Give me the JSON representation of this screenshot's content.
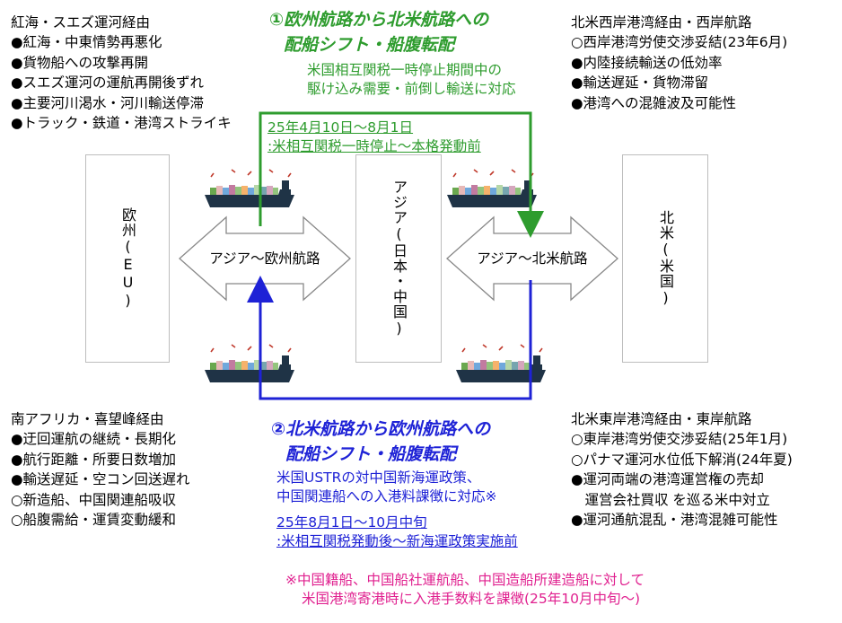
{
  "top_left": {
    "title": "紅海・スエズ運河経由",
    "items": [
      "●紅海・中東情勢再悪化",
      "●貨物船への攻撃再開",
      "●スエズ運河の運航再開後ずれ",
      "●主要河川渇水・河川輸送停滞",
      "●トラック・鉄道・港湾ストライキ"
    ]
  },
  "top_right": {
    "title": "北米西岸港湾経由・西岸航路",
    "items": [
      "○西岸港湾労使交渉妥結(23年6月)",
      "●内陸接続輸送の低効率",
      "●輸送遅延・貨物滞留",
      "●港湾への混雑波及可能性"
    ]
  },
  "bottom_left": {
    "title": "南アフリカ・喜望峰経由",
    "items": [
      "●迂回運航の継続・長期化",
      "●航行距離・所要日数増加",
      "●輸送遅延・空コン回送遅れ",
      "○新造船、中国関連船吸収",
      "○船腹需給・運賃変動緩和"
    ]
  },
  "bottom_right": {
    "title": "北米東岸港湾経由・東岸航路",
    "items": [
      "○東岸港湾労使交渉妥結(25年1月)",
      "○パナマ運河水位低下解消(24年夏)",
      "●運河両端の港湾運営権の売却",
      "　運営会社買収 を巡る米中対立",
      "●運河通航混乱・港湾混雑可能性"
    ]
  },
  "green_shift": {
    "heading1": "①欧州航路から北米航路への",
    "heading2": "配船シフト・船腹転配",
    "note1": "米国相互関税一時停止期間中の",
    "note2": "駆け込み需要・前倒し輸送に対応",
    "period1": "25年4月10日～8月1日",
    "period2": ":米相互関税一時停止～本格発動前"
  },
  "blue_shift": {
    "heading1": "②北米航路から欧州航路への",
    "heading2": "配船シフト・船腹転配",
    "note1": "米国USTRの対中国新海運政策、",
    "note2": "中国関連船への入港料課徴に対応※",
    "period1": "25年8月1日～10月中旬",
    "period2": ":米相互関税発動後～新海運政策実施前"
  },
  "footnote": {
    "line1": "※中国籍船、中国船社運航船、中国造船所建造船に対して",
    "line2": "米国港湾寄港時に入港手数料を課徴(25年10月中旬～)"
  },
  "nodes": {
    "europe": "欧州(EU)",
    "asia": "アジア(日本・中国)",
    "na": "北米(米国)"
  },
  "routes": {
    "asia_europe": "アジア～欧州航路",
    "asia_na": "アジア～北米航路"
  },
  "colors": {
    "green": "#2e9c2e",
    "blue": "#1e22d6",
    "pink": "#e0208f",
    "ship_hull": "#1f3346",
    "ship_red": "#c0392b"
  },
  "icons": [
    "container-ship-icon"
  ]
}
